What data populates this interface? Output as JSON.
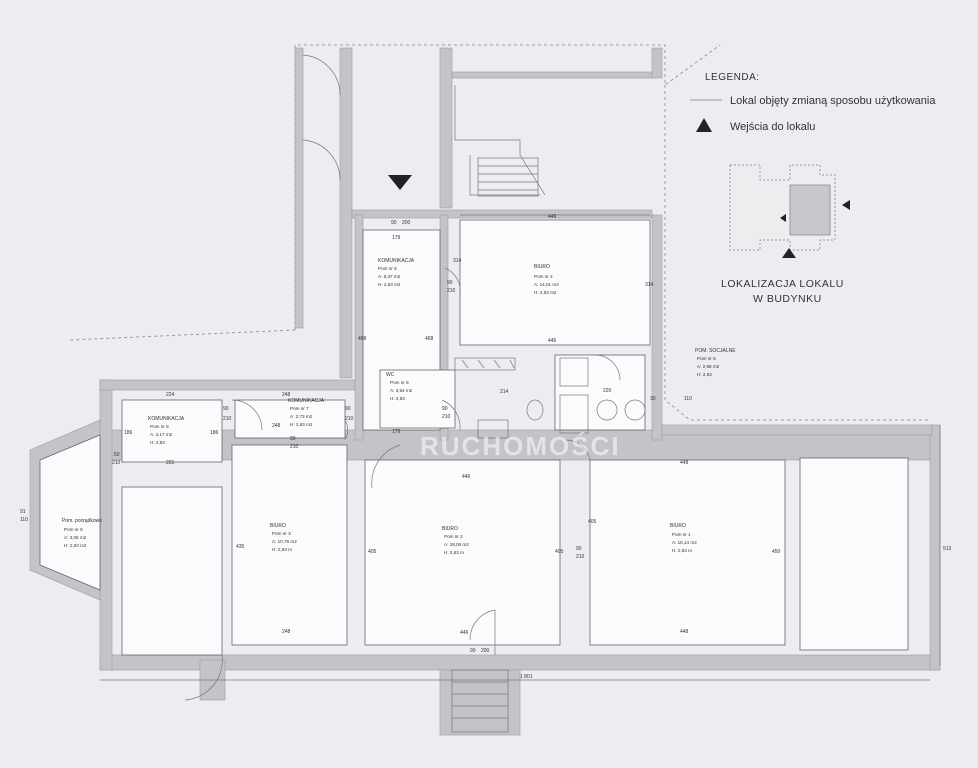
{
  "legend": {
    "title": "LEGENDA:",
    "line_label": "Lokal objęty zmianą sposobu użytkowania",
    "entry_label": "Wejścia do lokalu"
  },
  "location": {
    "title_line1": "LOKALIZACJA LOKALU",
    "title_line2": "W BUDYNKU"
  },
  "watermark": "RUCHOMOŚCI",
  "rooms": [
    {
      "title": "KOMUNIKACJA",
      "nr": "Pom nr 6",
      "area": "A: 8,37 m2",
      "height": "H: 2,63 m2"
    },
    {
      "title": "BIURO",
      "nr": "Pom nr 4",
      "area": "A: 14,01 m2",
      "height": "H: 2,63 m2"
    },
    {
      "title": "WC",
      "nr": "Pom nr 8",
      "area": "A: 3,54 m2",
      "height": "H: 2,63"
    },
    {
      "title": "POM. SOCJALNE",
      "nr": "Pom nr 5",
      "area": "A: 2,98 m2",
      "height": "H: 2,63"
    },
    {
      "title": "KOMUNIKACJA",
      "nr": "Pom nr 8",
      "area": "A: 4,17 m2",
      "height": "H: 2,63"
    },
    {
      "title": "KOMUNIKACJA",
      "nr": "Pom nr 7",
      "area": "A: 2,73 m2",
      "height": "H: 2,63 m2"
    },
    {
      "title": "Pom. porządkowe",
      "nr": "Pom nr 9",
      "area": "A: 3,06 m2",
      "height": "H: 2,63 m2"
    },
    {
      "title": "BIURO",
      "nr": "Pom nr 3",
      "area": "A: 10,76 m2",
      "height": "H: 2,63 m"
    },
    {
      "title": "BIURO",
      "nr": "Pom nr 2",
      "area": "A: 18,06 m2",
      "height": "H: 2,63 m"
    },
    {
      "title": "BIURO",
      "nr": "Pom nr 1",
      "area": "A: 18,14 m2",
      "height": "H: 2,63 m"
    }
  ],
  "dims": {
    "d446": "446",
    "d448": "448",
    "d224": "224",
    "d248": "248",
    "d221": "221",
    "d179": "179",
    "d90": "90",
    "d200": "200",
    "d210": "210",
    "d214": "214",
    "d220": "220",
    "d314": "314",
    "d468": "468",
    "d186": "186",
    "d435": "435",
    "d405": "405",
    "d450": "450",
    "d513": "513",
    "d1801": "1 801",
    "d110": "110",
    "d91": "91",
    "d50": "50",
    "d30": "30"
  }
}
